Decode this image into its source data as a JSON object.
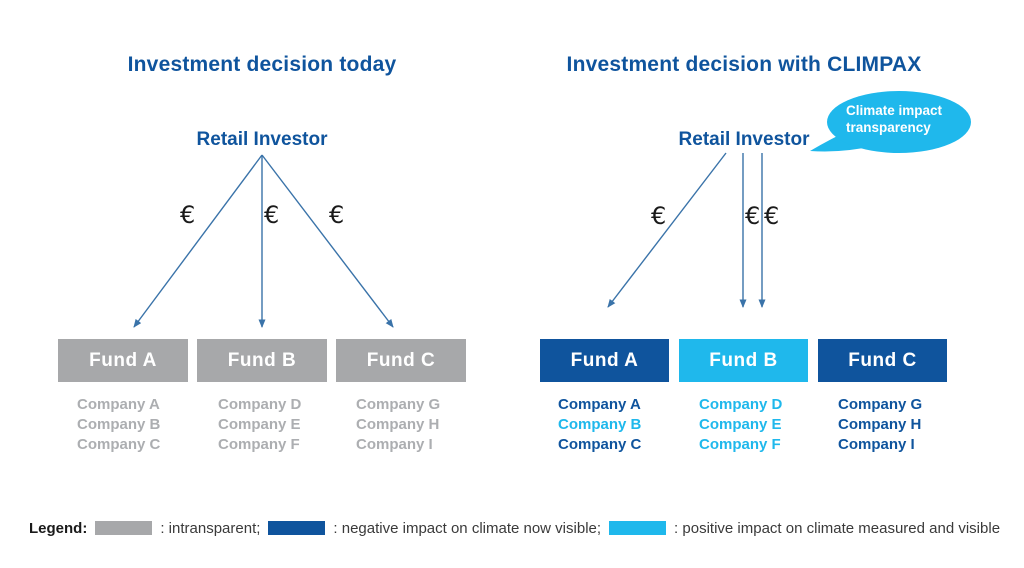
{
  "colors": {
    "dark_blue": "#0F549D",
    "cyan": "#1FB8EC",
    "gray": "#A7A8AA",
    "gray_text": "#ACAEB1",
    "arrow": "#3A73A9",
    "text": "#3A3A3A",
    "euro": "#1A1A1A"
  },
  "left_panel": {
    "title": "Investment decision today",
    "investor_label": "Retail Investor",
    "euro_symbol": "€",
    "funds": [
      {
        "label": "Fund A",
        "style": "gray",
        "companies": [
          {
            "label": "Company A",
            "style": "gray"
          },
          {
            "label": "Company B",
            "style": "gray"
          },
          {
            "label": "Company C",
            "style": "gray"
          }
        ]
      },
      {
        "label": "Fund B",
        "style": "gray",
        "companies": [
          {
            "label": "Company D",
            "style": "gray"
          },
          {
            "label": "Company E",
            "style": "gray"
          },
          {
            "label": "Company F",
            "style": "gray"
          }
        ]
      },
      {
        "label": "Fund C",
        "style": "gray",
        "companies": [
          {
            "label": "Company G",
            "style": "gray"
          },
          {
            "label": "Company H",
            "style": "gray"
          },
          {
            "label": "Company I",
            "style": "gray"
          }
        ]
      }
    ]
  },
  "right_panel": {
    "title": "Investment decision with CLIMPAX",
    "investor_label": "Retail Investor",
    "euro_symbol": "€",
    "bubble_text": "Climate impact transparency",
    "funds": [
      {
        "label": "Fund A",
        "style": "dark",
        "companies": [
          {
            "label": "Company A",
            "style": "dark"
          },
          {
            "label": "Company B",
            "style": "cyan"
          },
          {
            "label": "Company C",
            "style": "dark"
          }
        ]
      },
      {
        "label": "Fund B",
        "style": "cyan",
        "companies": [
          {
            "label": "Company D",
            "style": "cyan"
          },
          {
            "label": "Company E",
            "style": "cyan"
          },
          {
            "label": "Company F",
            "style": "cyan"
          }
        ]
      },
      {
        "label": "Fund C",
        "style": "dark",
        "companies": [
          {
            "label": "Company G",
            "style": "dark"
          },
          {
            "label": "Company H",
            "style": "dark"
          },
          {
            "label": "Company I",
            "style": "dark"
          }
        ]
      }
    ]
  },
  "legend": {
    "label": "Legend:",
    "items": [
      {
        "swatch": "gray",
        "text": ": intransparent;"
      },
      {
        "swatch": "dark",
        "text": ": negative impact on climate now visible;"
      },
      {
        "swatch": "cyan",
        "text": ": positive impact on climate measured and visible"
      }
    ]
  }
}
